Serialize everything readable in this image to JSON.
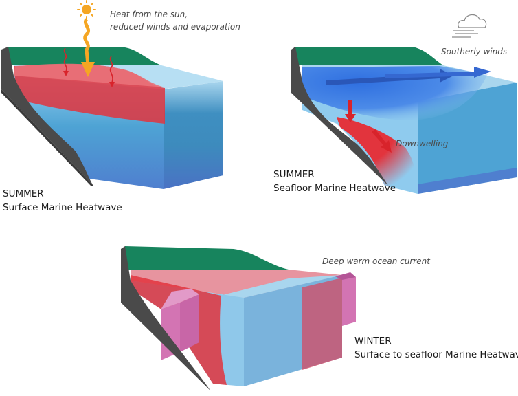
{
  "panels": [
    {
      "id": "surface",
      "caption_season": "SUMMER",
      "caption_title": "Surface Marine Heatwave",
      "annotation_lines": [
        "Heat from the sun,",
        "reduced winds and  evaporation"
      ],
      "icon": "sun-icon"
    },
    {
      "id": "seafloor",
      "caption_season": "SUMMER",
      "caption_title": "Seafloor Marine Heatwave",
      "annotation_wind": "Southerly winds",
      "annotation_down": "Downwelling",
      "icon": "wind-cloud-icon"
    },
    {
      "id": "full-depth",
      "caption_season": "WINTER",
      "caption_title": "Surface to seafloor Marine Heatwave",
      "annotation_current": "Deep warm ocean current"
    }
  ],
  "colors": {
    "land_green": "#17845d",
    "rock_dark": "#4a4a4a",
    "surface_light": "#a9d6ee",
    "mid_blue": "#4ea3d4",
    "deep_blue": "#4f7fcf",
    "heat_red": "#e2343d",
    "wind_blue": "#2f6fe0",
    "current_pink": "#d374b3",
    "sun_orange": "#f5a623"
  }
}
